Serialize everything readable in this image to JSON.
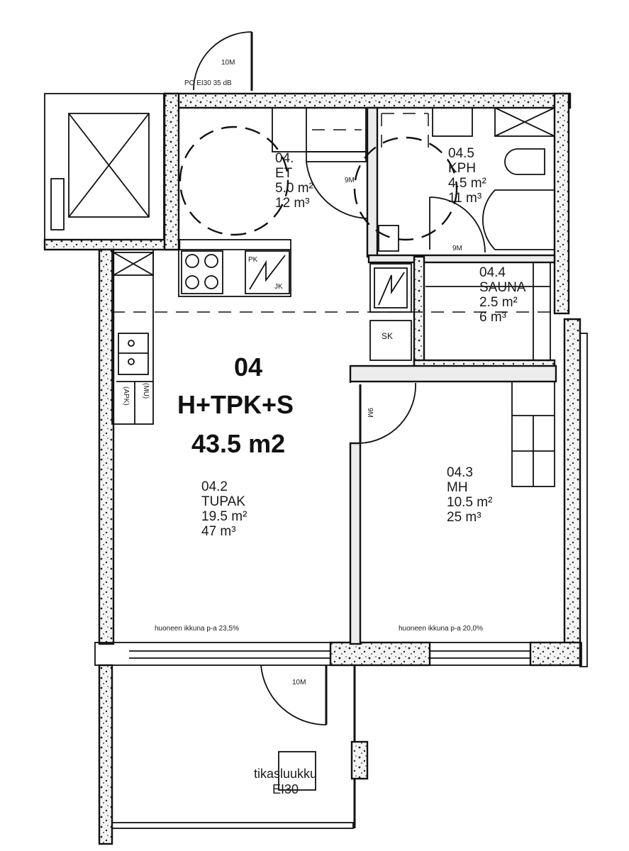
{
  "apartment": {
    "number": "04",
    "type": "H+TPK+S",
    "area": "43.5 m2"
  },
  "rooms": {
    "entry": {
      "id": "04.",
      "name": "ET",
      "area": "5.0 m²",
      "volume": "12 m³"
    },
    "bathroom": {
      "id": "04.5",
      "name": "KPH",
      "area": "4.5 m²",
      "volume": "11 m³"
    },
    "sauna": {
      "id": "04.4",
      "name": "SAUNA",
      "area": "2.5 m²",
      "volume": "6 m³"
    },
    "living_kitchen": {
      "id": "04.2",
      "name": "TUPAK",
      "area": "19.5 m²",
      "volume": "47 m³"
    },
    "bedroom": {
      "id": "04.3",
      "name": "MH",
      "area": "10.5 m²",
      "volume": "25 m³"
    }
  },
  "doors": {
    "main_door_size": "10M",
    "main_door_spec": "PO EI30 35 dB",
    "entry_door_size": "9M",
    "bathroom_door_size": "9M",
    "bedroom_door_size": "9M",
    "balcony_door_size": "10M"
  },
  "fixtures": {
    "freezer_top": "PK",
    "freezer_bottom": "JK",
    "sauna_stove": "SK",
    "dishwasher": "(APK)",
    "microwave": "(MU)"
  },
  "windows": {
    "living_ratio": "huoneen ikkuna p-a 23,5%",
    "bedroom_ratio": "huoneen ikkuna p-a 20,0%"
  },
  "balcony": {
    "hatch_line1": "tikasluukku",
    "hatch_line2": "EI30"
  }
}
